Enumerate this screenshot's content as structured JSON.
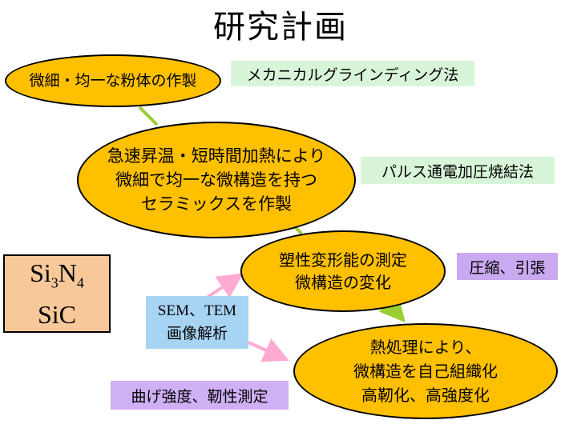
{
  "title": "研究計画",
  "steps": [
    {
      "text": "微細・均一な粉体の作製"
    },
    {
      "text": "急速昇温・短時間加熱により\n微細で均一な微構造を持つ\nセラミックスを作製"
    },
    {
      "text": "塑性変形能の測定\n微構造の変化"
    },
    {
      "text": "熱処理により、\n微構造を自己組織化\n高靭化、高強度化"
    }
  ],
  "methods": [
    {
      "text": "メカニカルグラインディング法"
    },
    {
      "text": "パルス通電加圧焼結法"
    },
    {
      "text": "圧縮、引張"
    },
    {
      "text": "曲げ強度、靭性測定"
    }
  ],
  "material": {
    "si": "Si",
    "sub3": "3",
    "n": "N",
    "sub4": "4",
    "sic": "SiC"
  },
  "analysis": {
    "line1": "SEM、TEM",
    "line2": "画像解析"
  },
  "colors": {
    "ellipse_fill": "#ffc000",
    "green_box": "#d9f5d9",
    "purple_box": "#c9a9f0",
    "material_box": "#f6c89a",
    "analysis_box": "#a8d4f4",
    "connector_green": "#9acd32",
    "arrow_pink": "#ffaad0"
  }
}
